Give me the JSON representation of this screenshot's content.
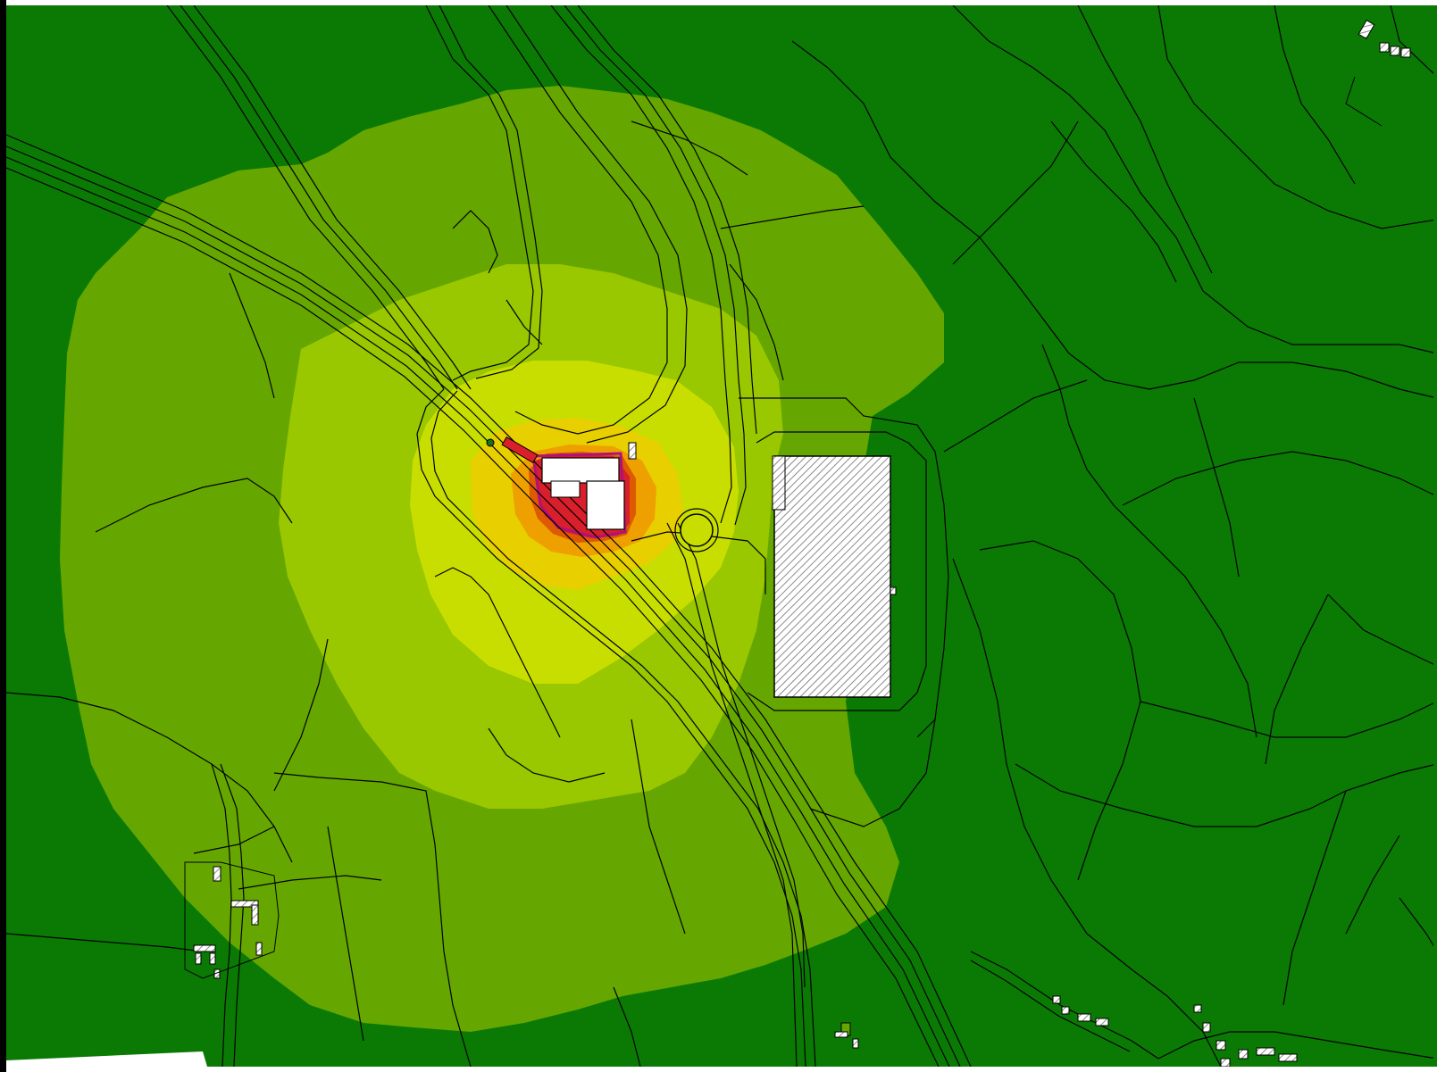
{
  "map": {
    "type": "noise-contour-map",
    "colors": {
      "outer": "#0a7a05",
      "band1": "#65a700",
      "band2": "#99c700",
      "band3": "#c8de00",
      "band4": "#e7cf00",
      "band5": "#eea000",
      "band6": "#dd5a00",
      "band7": "#d81f2b",
      "line": "#000000",
      "building": "#ffffff",
      "hatch": "#6e6e6e"
    },
    "features": {
      "source_site": "noise-source-building",
      "warehouse": "hatched-warehouse",
      "roundabout": "roundabout",
      "settlements": [
        "village-southwest",
        "village-south",
        "village-southeast",
        "village-northeast"
      ]
    }
  }
}
